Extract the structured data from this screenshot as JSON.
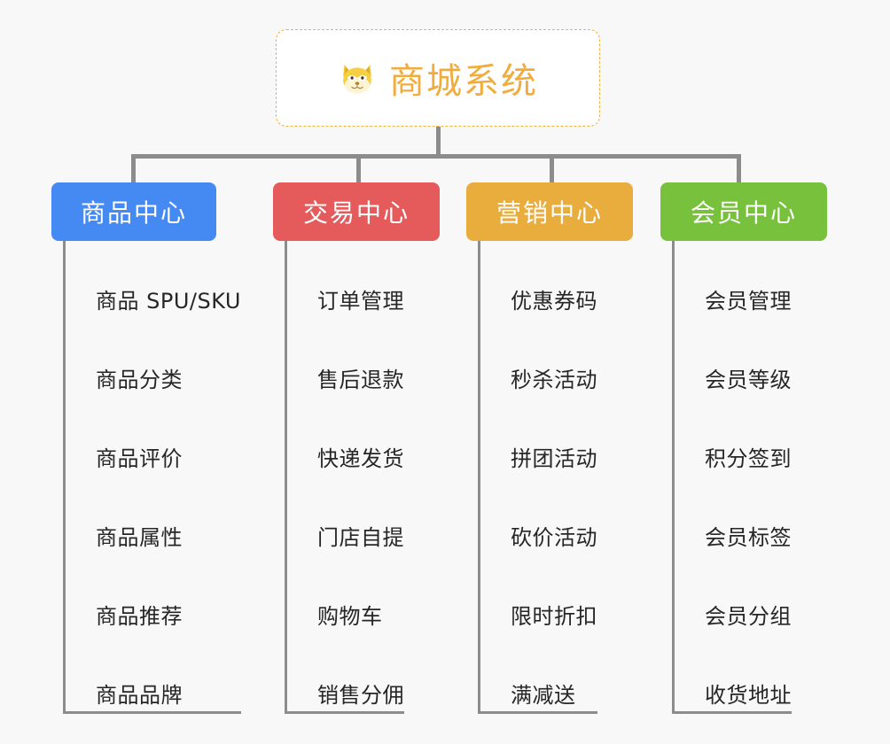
{
  "page": {
    "background_color": "#f8f8f8",
    "title": "商城系统"
  },
  "root": {
    "icon": "dog-face-emoji",
    "label": "商城系统",
    "text_color": "#f0ad3e",
    "border_color": "#eeb33f",
    "background_color": "#ffffff"
  },
  "connector": {
    "color": "#8c8c8c"
  },
  "branches": [
    {
      "label": "商品中心",
      "color": "#4589f2",
      "items": [
        {
          "label": "商品 SPU/SKU"
        },
        {
          "label": "商品分类"
        },
        {
          "label": "商品评价"
        },
        {
          "label": "商品属性"
        },
        {
          "label": "商品推荐"
        },
        {
          "label": "商品品牌"
        }
      ]
    },
    {
      "label": "交易中心",
      "color": "#e55b5b",
      "items": [
        {
          "label": "订单管理"
        },
        {
          "label": "售后退款"
        },
        {
          "label": "快递发货"
        },
        {
          "label": "门店自提"
        },
        {
          "label": "购物车"
        },
        {
          "label": "销售分佣"
        }
      ]
    },
    {
      "label": "营销中心",
      "color": "#e9ad3d",
      "items": [
        {
          "label": "优惠券码"
        },
        {
          "label": "秒杀活动"
        },
        {
          "label": "拼团活动"
        },
        {
          "label": "砍价活动"
        },
        {
          "label": "限时折扣"
        },
        {
          "label": "满减送"
        }
      ]
    },
    {
      "label": "会员中心",
      "color": "#77c13c",
      "items": [
        {
          "label": "会员管理"
        },
        {
          "label": "会员等级"
        },
        {
          "label": "积分签到"
        },
        {
          "label": "会员标签"
        },
        {
          "label": "会员分组"
        },
        {
          "label": "收货地址"
        }
      ]
    }
  ]
}
